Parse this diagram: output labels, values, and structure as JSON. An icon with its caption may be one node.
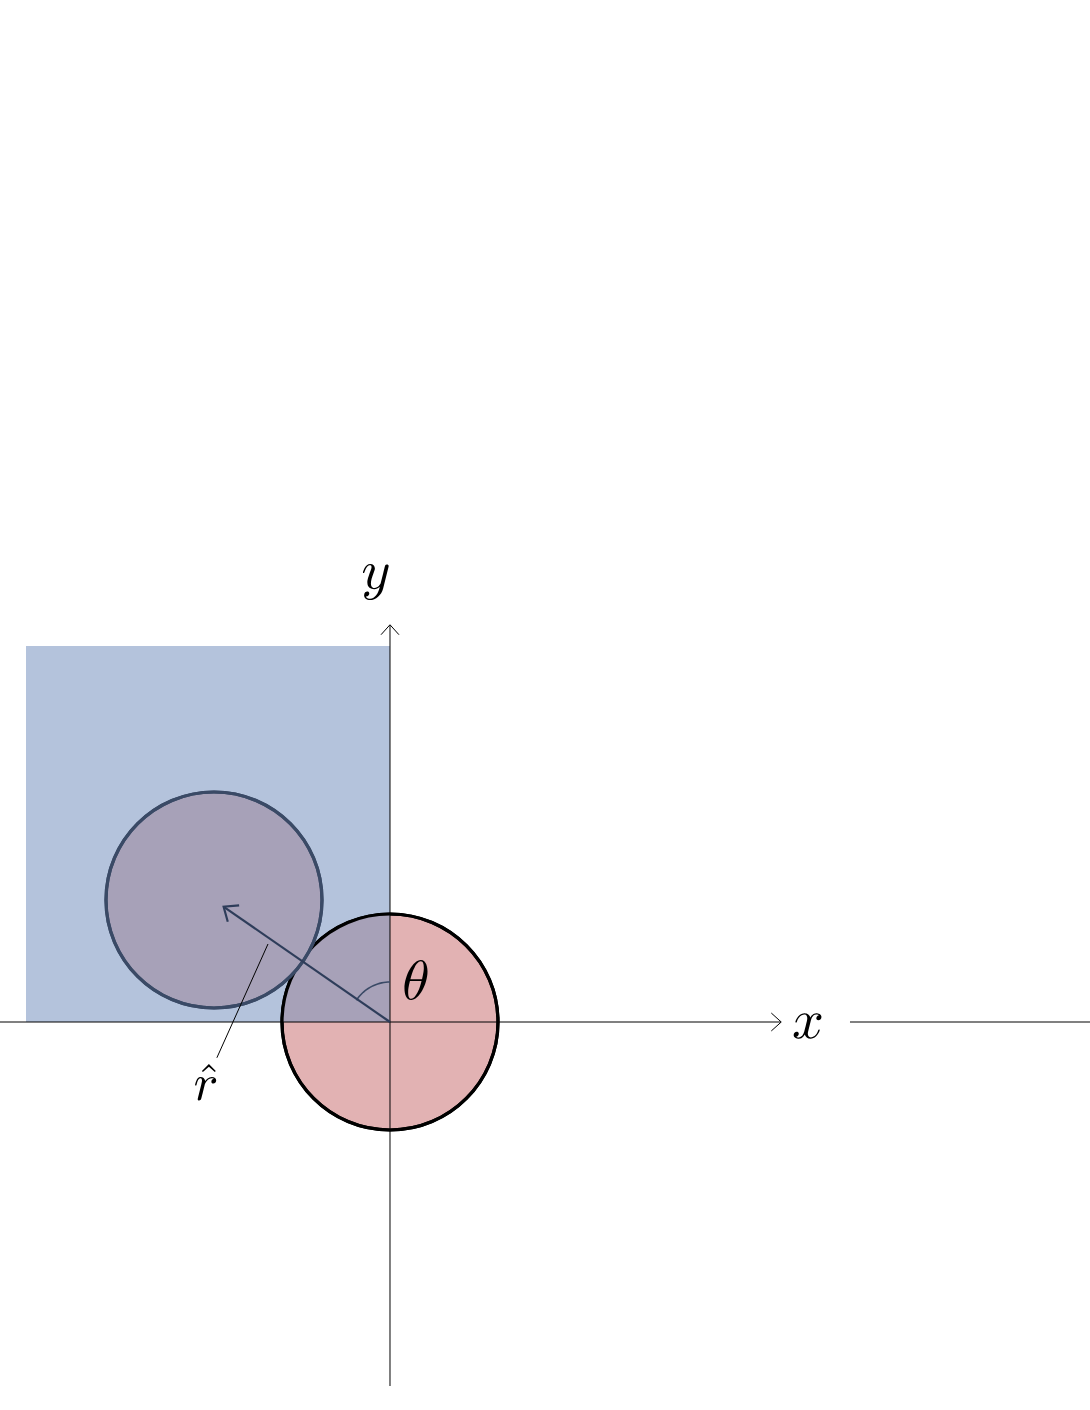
{
  "diagram": {
    "nodes": [
      {
        "text": [],
        "shape": "circle"
      },
      {
        "text": [],
        "shape": "circle"
      },
      {
        "text": [
          "\\hat{r}"
        ]
      }
    ],
    "edges": [
      {
        "from": 1,
        "to": 0,
        "arrow": "to",
        "color": "#2e3d5a"
      },
      {
        "from": 2,
        "to": 0,
        "arrow": "none"
      }
    ],
    "labels": [
      "y",
      "x",
      "\\theta"
    ]
  }
}
